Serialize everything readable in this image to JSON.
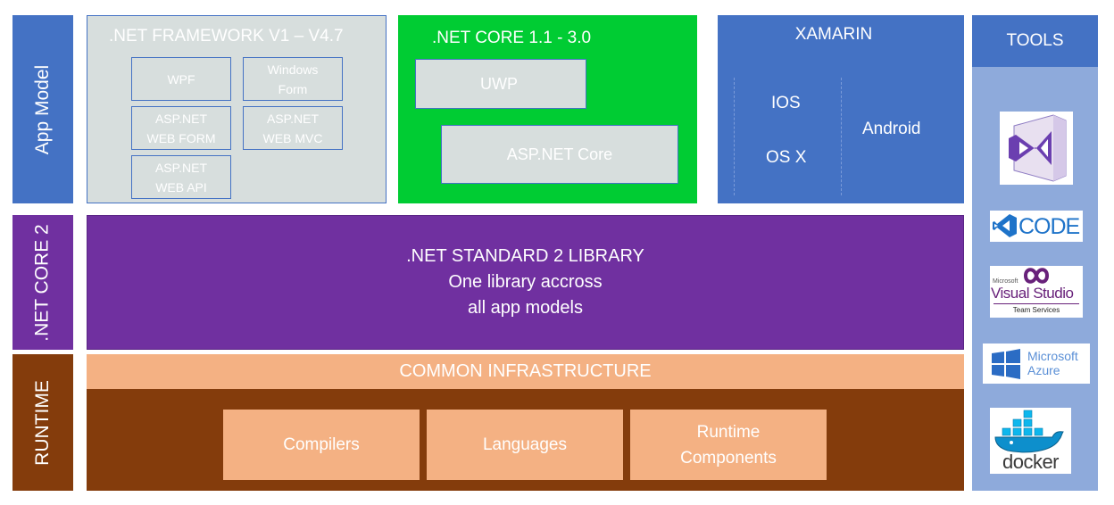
{
  "colors": {
    "blue": "#4472c4",
    "green": "#00cc33",
    "purple": "#7030a0",
    "brown": "#843c0c",
    "peach": "#f4b183",
    "light_blue": "#8eaadb",
    "gray": "#d7dedd"
  },
  "rows": {
    "app_model": "App Model",
    "net_core_2": ".NET CORE 2",
    "runtime": "RUNTIME"
  },
  "framework": {
    "title": ".NET FRAMEWORK V1 – V4.7",
    "items": [
      {
        "line1": "WPF",
        "line2": ""
      },
      {
        "line1": "Windows",
        "line2": "Form"
      },
      {
        "line1": "ASP.NET",
        "line2": "WEB FORM"
      },
      {
        "line1": "ASP.NET",
        "line2": "WEB MVC"
      },
      {
        "line1": "ASP.NET",
        "line2": "WEB API"
      }
    ]
  },
  "core": {
    "title": ".NET CORE 1.1 - 3.0",
    "uwp": "UWP",
    "aspnet_core": "ASP.NET Core"
  },
  "xamarin": {
    "title": "XAMARIN",
    "ios": "IOS",
    "osx": "OS X",
    "android": "Android"
  },
  "standard": {
    "line1": ".NET STANDARD 2 LIBRARY",
    "line2": "One library accross",
    "line3": "all app models"
  },
  "runtime": {
    "header": "COMMON INFRASTRUCTURE",
    "compilers": "Compilers",
    "languages": "Languages",
    "components_line1": "Runtime",
    "components_line2": "Components"
  },
  "tools": {
    "title": "TOOLS",
    "vscode_text": "CODE",
    "vsts_small": "Microsoft",
    "vsts_main": "Visual Studio",
    "vsts_sub": "Team Services",
    "azure_line1": "Microsoft",
    "azure_line2": "Azure",
    "docker_text": "docker",
    "icons": [
      "visual-studio-icon",
      "vscode-icon",
      "vsts-icon",
      "azure-icon",
      "docker-icon"
    ]
  }
}
